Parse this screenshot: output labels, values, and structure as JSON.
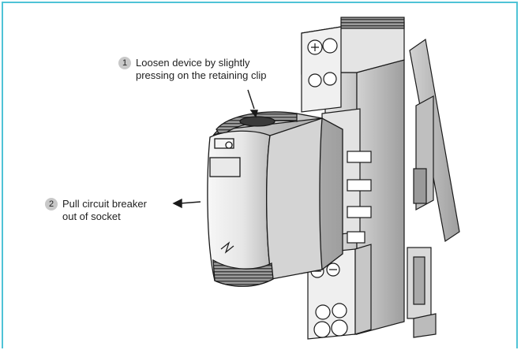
{
  "steps": [
    {
      "number": "1",
      "text": "Loosen device by slightly\npressing on the retaining clip"
    },
    {
      "number": "2",
      "text": "Pull circuit breaker\nout of socket"
    }
  ],
  "colors": {
    "frame_border": "#4fc3d6",
    "badge_fill": "#c8c8c8",
    "line": "#1a1a1a",
    "housing_light": "#ededed",
    "housing_mid": "#d6d6d6",
    "housing_dark": "#a8a8a8"
  },
  "icons": [
    "arrow-down-icon",
    "arrow-left-icon",
    "screw-terminal-icon",
    "fuse-warning-icon"
  ]
}
